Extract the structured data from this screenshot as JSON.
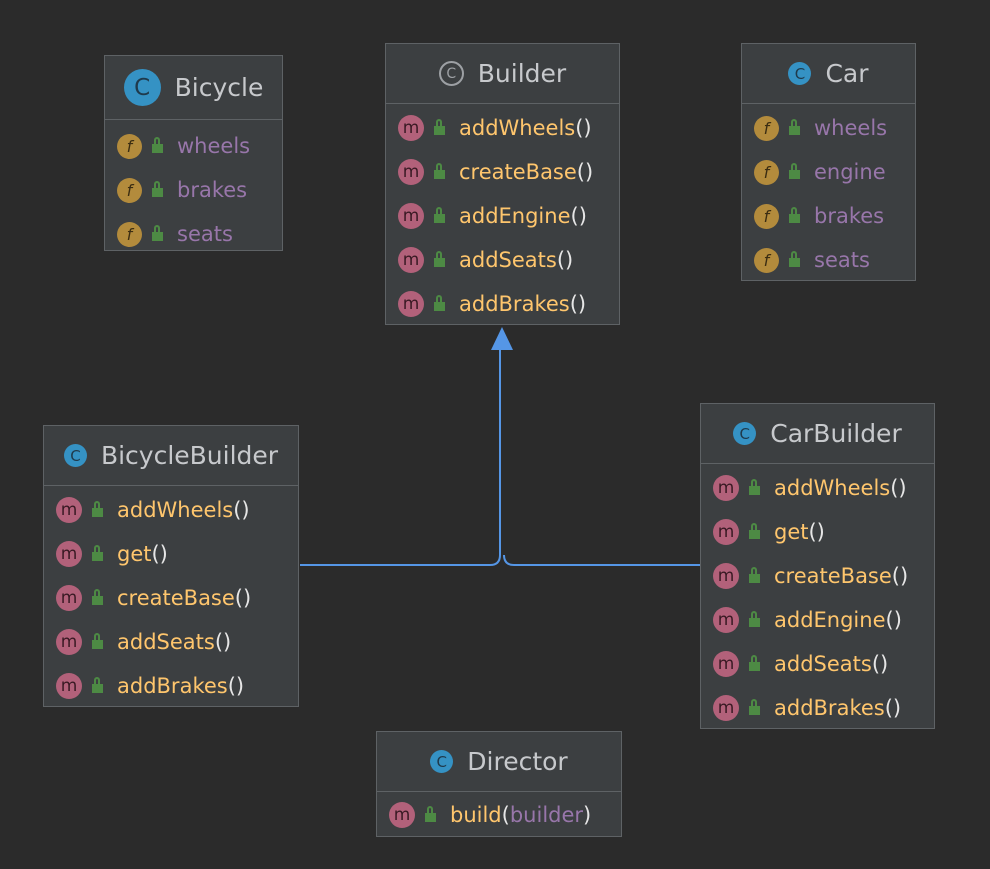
{
  "diagram": {
    "classes": {
      "bicycle": {
        "title": "Bicycle",
        "fields": [
          "wheels",
          "brakes",
          "seats"
        ]
      },
      "builder": {
        "title": "Builder",
        "methods": [
          "addWheels",
          "createBase",
          "addEngine",
          "addSeats",
          "addBrakes"
        ]
      },
      "car": {
        "title": "Car",
        "fields": [
          "wheels",
          "engine",
          "brakes",
          "seats"
        ]
      },
      "bicycle_builder": {
        "title": "BicycleBuilder",
        "methods": [
          "addWheels",
          "get",
          "createBase",
          "addSeats",
          "addBrakes"
        ]
      },
      "car_builder": {
        "title": "CarBuilder",
        "methods": [
          "addWheels",
          "get",
          "createBase",
          "addEngine",
          "addSeats",
          "addBrakes"
        ]
      },
      "director": {
        "title": "Director",
        "methods": [
          "build"
        ],
        "build_arg": "builder"
      }
    },
    "glyphs": {
      "class_badge": "C",
      "field_badge": "f",
      "method_badge": "m",
      "paren_open": "(",
      "paren_close": ")",
      "empty_parens": "()"
    },
    "icons": {
      "class": "class-icon",
      "abstract_class": "abstract-class-icon",
      "field": "field-icon",
      "method": "method-icon",
      "visibility": "public-lock-icon"
    },
    "relations": [
      {
        "from": "BicycleBuilder",
        "to": "Builder",
        "kind": "generalization"
      },
      {
        "from": "CarBuilder",
        "to": "Builder",
        "kind": "generalization"
      }
    ],
    "colors": {
      "background": "#2b2b2b",
      "box": "#3c3f41",
      "border": "#5e6265",
      "title": "#c7c9cc",
      "class_badge": "#3592c4",
      "field_badge": "#b38b3c",
      "method_badge": "#b2617a",
      "lock": "#4d8a44",
      "field_text": "#9876aa",
      "method_text": "#ffc66d",
      "arrow": "#5596e6"
    }
  }
}
